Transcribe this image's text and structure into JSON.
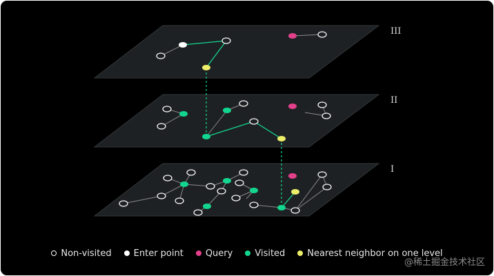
{
  "colors": {
    "background": "#000000",
    "plane_fill": "#1e2123",
    "plane_stroke": "#33383a",
    "edge": "#8a8a8a",
    "path": "#12d68f",
    "non_visited": "#ffffff",
    "enter_point": "#ffffff",
    "query": "#e2408a",
    "visited": "#12d68f",
    "nearest": "#ecee6a"
  },
  "levels": [
    {
      "id": "level-3",
      "label": "III"
    },
    {
      "id": "level-2",
      "label": "II"
    },
    {
      "id": "level-1",
      "label": "I"
    }
  ],
  "legend": [
    {
      "key": "non-visited",
      "label": "Non-visited",
      "color": "#ffffff",
      "hollow": true
    },
    {
      "key": "enter-point",
      "label": "Enter point",
      "color": "#ffffff",
      "hollow": false
    },
    {
      "key": "query",
      "label": "Query",
      "color": "#e2408a",
      "hollow": false
    },
    {
      "key": "visited",
      "label": "Visited",
      "color": "#12d68f",
      "hollow": false
    },
    {
      "key": "nearest",
      "label": "Nearest neighbor on one level",
      "color": "#ecee6a",
      "hollow": false
    }
  ],
  "watermark": "@稀土掘金技术社区"
}
